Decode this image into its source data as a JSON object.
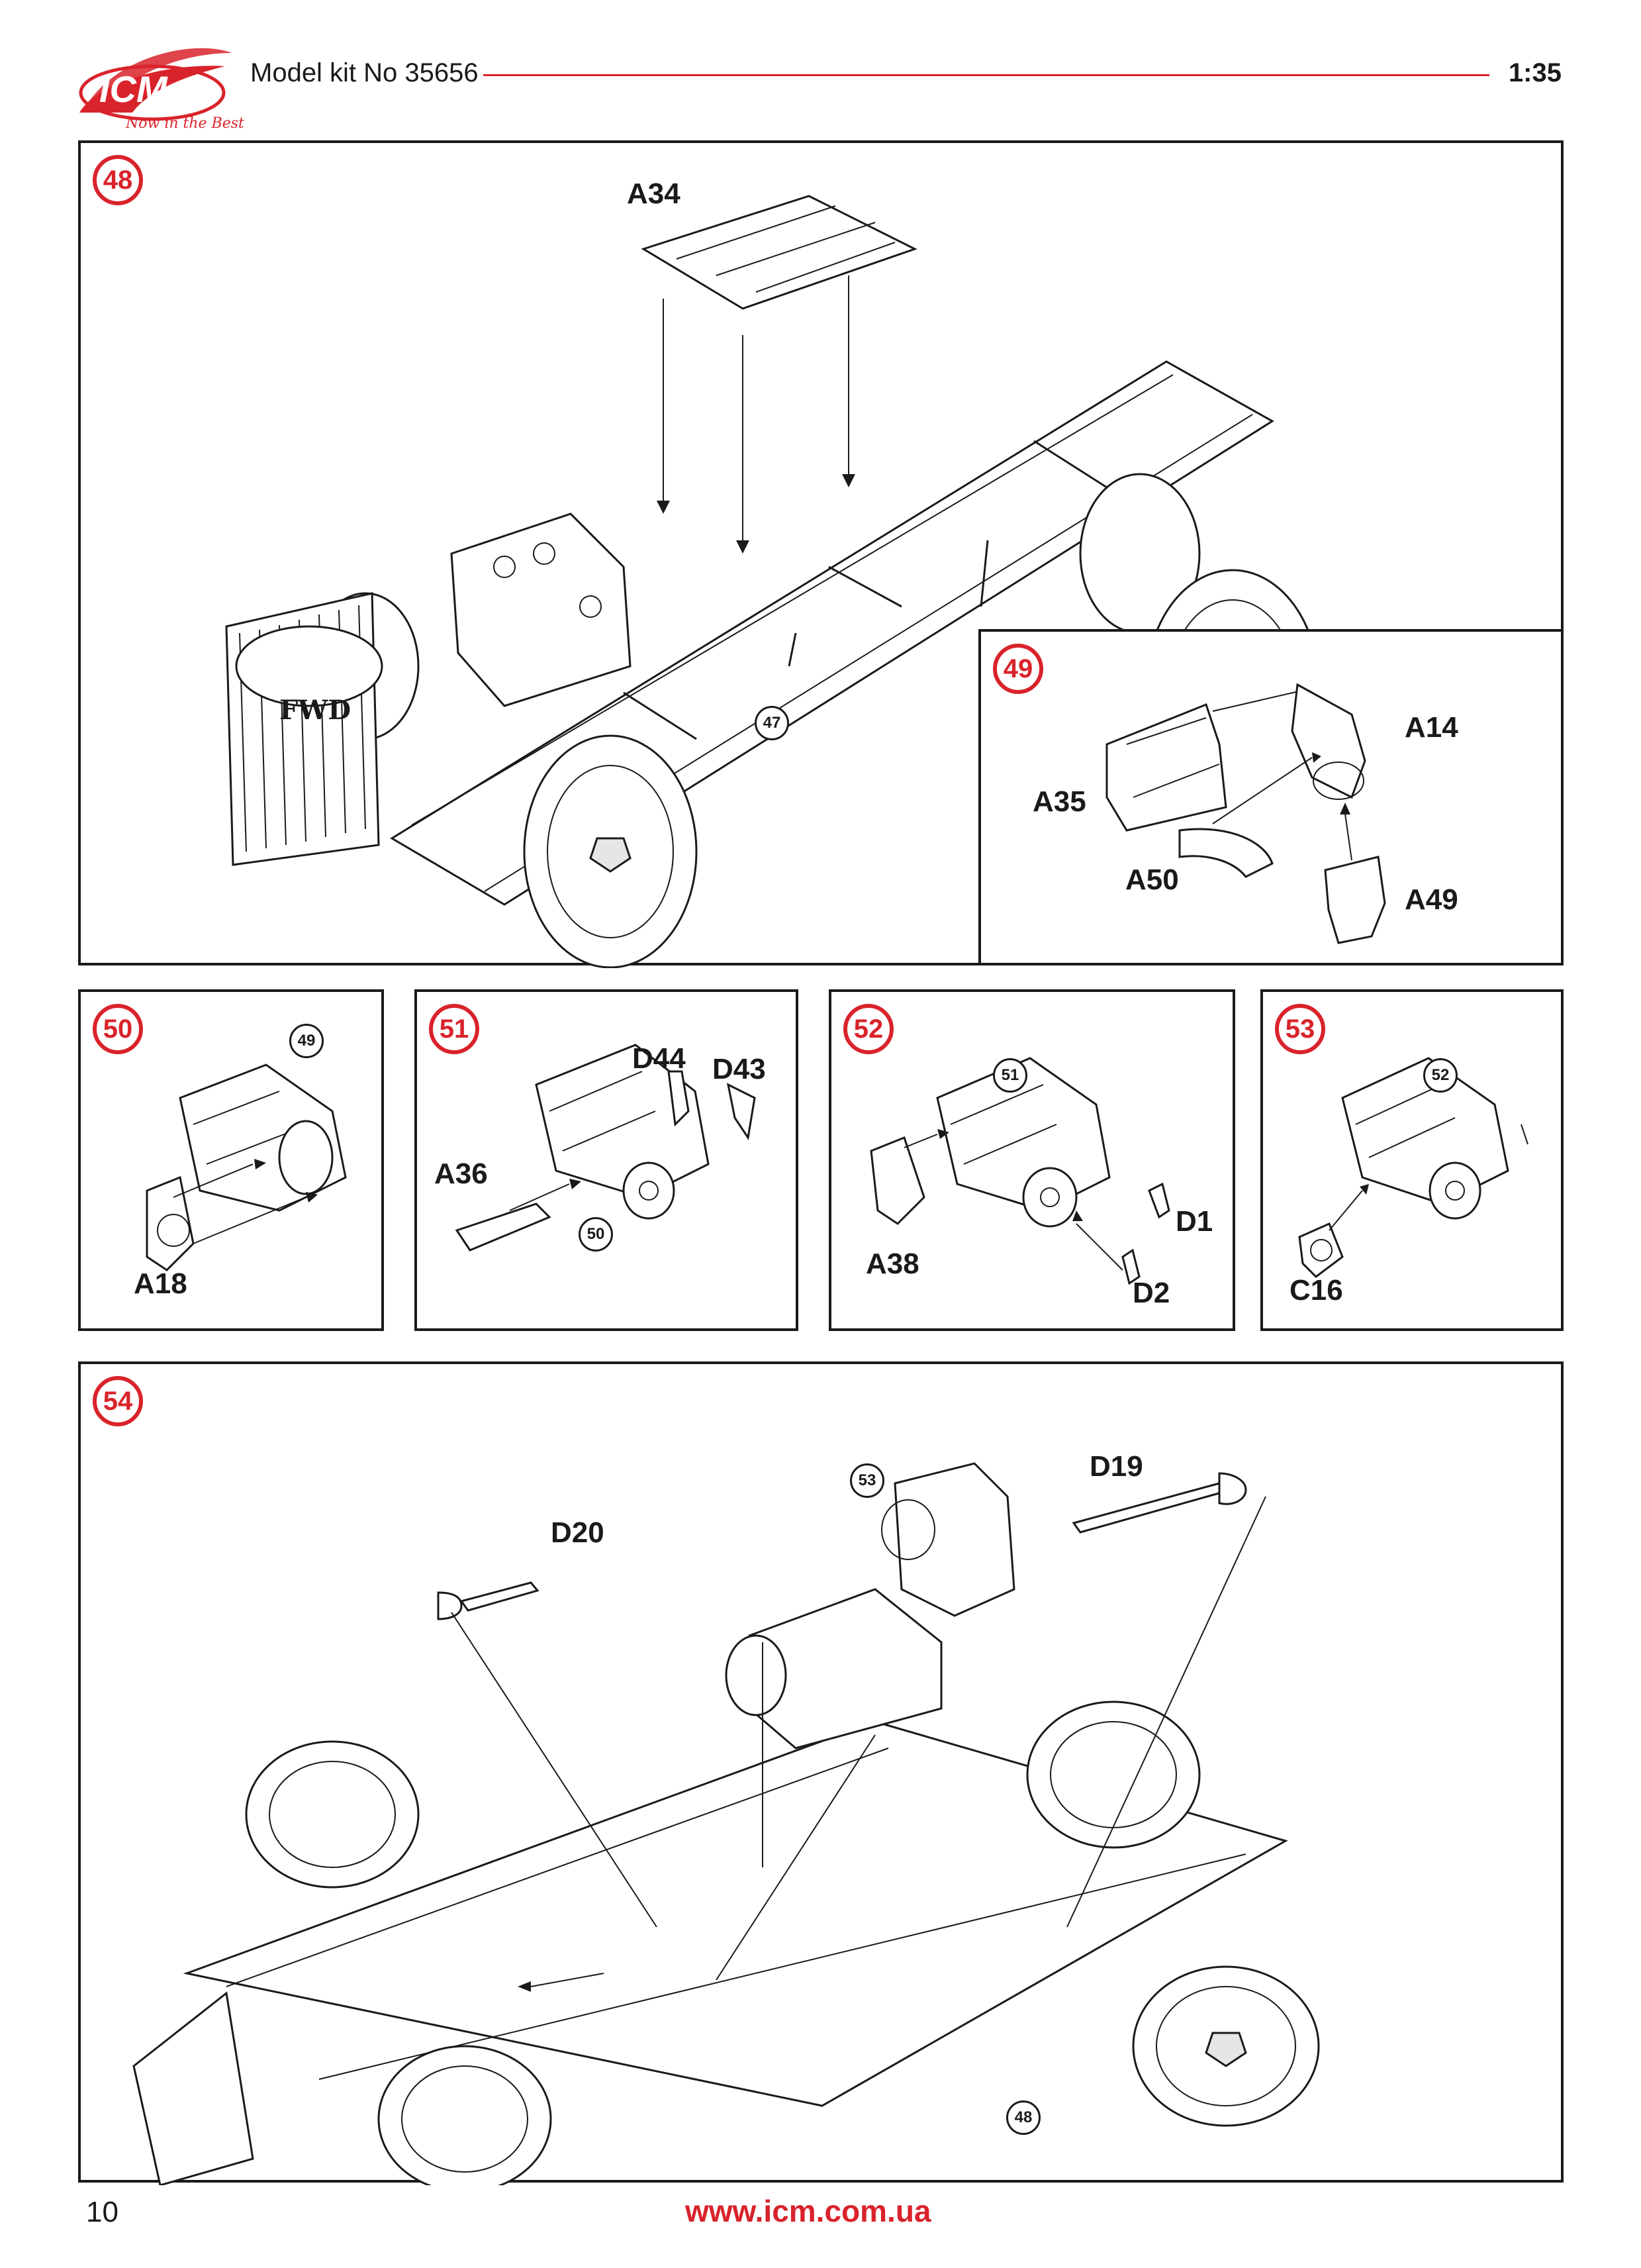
{
  "header": {
    "brand": "ICM",
    "tagline": "Now in the Best",
    "title": "Model kit No 35656",
    "scale": "1:35"
  },
  "colors": {
    "accent": "#d9232b",
    "ink": "#1a1a1a"
  },
  "steps": [
    {
      "number": "48",
      "refs": [
        "47"
      ],
      "parts": [
        "A34"
      ],
      "marking": "FWD"
    },
    {
      "number": "49",
      "refs": [],
      "parts": [
        "A14",
        "A35",
        "A50",
        "A49"
      ]
    },
    {
      "number": "50",
      "refs": [
        "49"
      ],
      "parts": [
        "A18"
      ]
    },
    {
      "number": "51",
      "refs": [
        "50"
      ],
      "parts": [
        "D44",
        "D43",
        "A36"
      ]
    },
    {
      "number": "52",
      "refs": [
        "51"
      ],
      "parts": [
        "A38",
        "D1",
        "D2"
      ]
    },
    {
      "number": "53",
      "refs": [
        "52"
      ],
      "parts": [
        "C16"
      ]
    },
    {
      "number": "54",
      "refs": [
        "53",
        "48"
      ],
      "parts": [
        "D19",
        "D20"
      ]
    }
  ],
  "footer": {
    "page": "10",
    "url": "www.icm.com.ua"
  }
}
